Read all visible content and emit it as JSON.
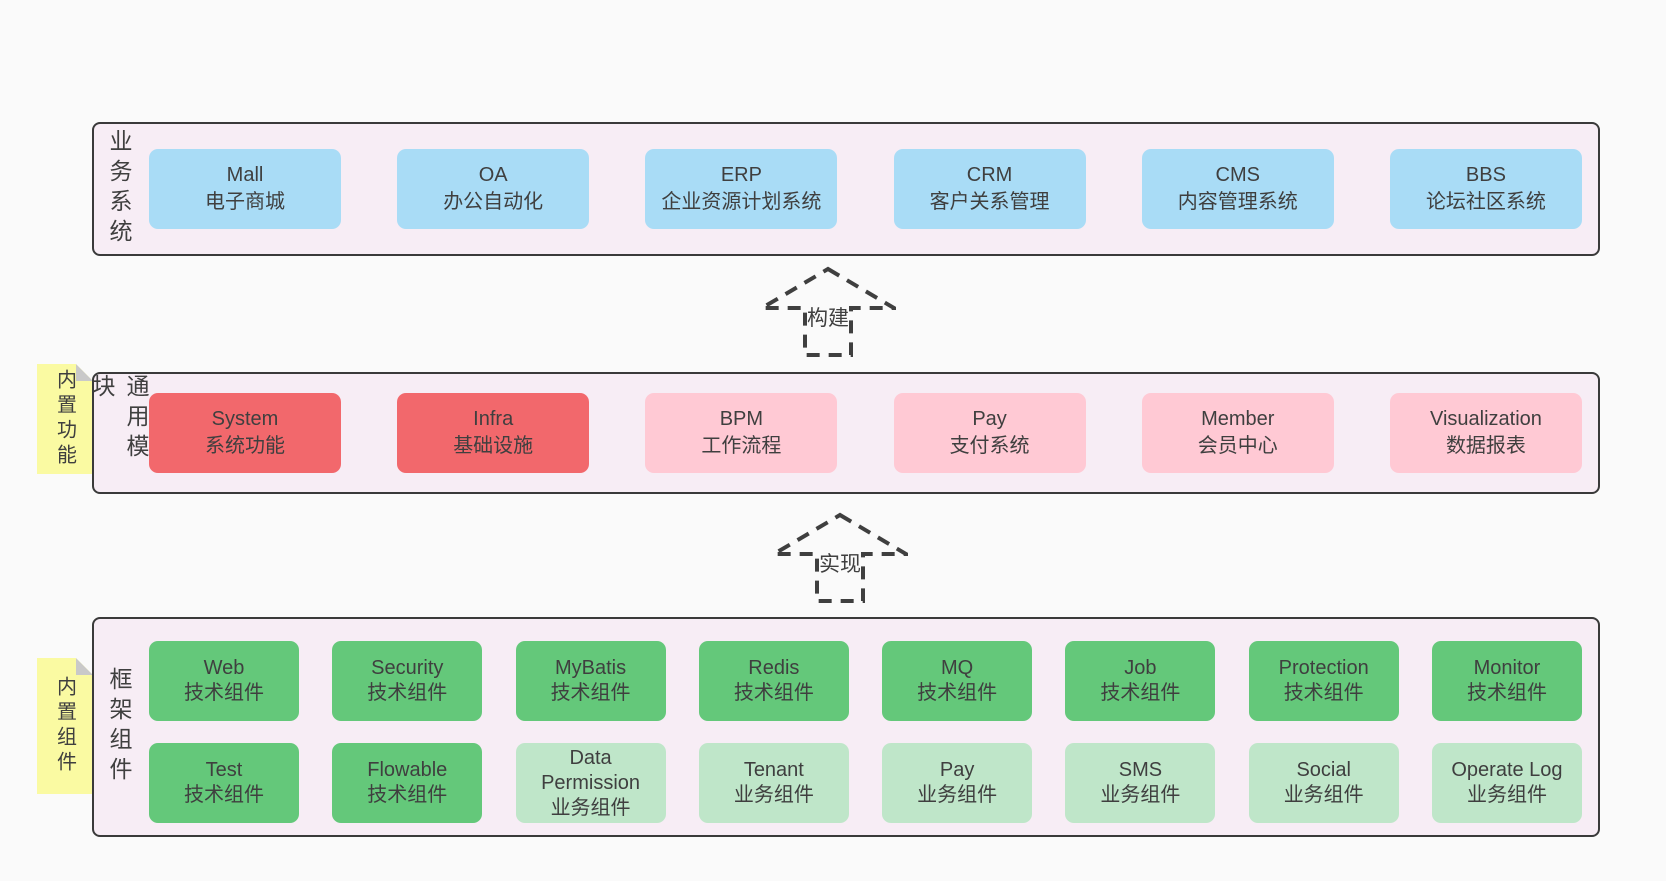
{
  "arrows": {
    "build": "构建",
    "implement": "实现"
  },
  "sections": {
    "business": {
      "title": "业务系统",
      "boxes": [
        {
          "name": "Mall",
          "desc": "电子商城",
          "variant": "blue"
        },
        {
          "name": "OA",
          "desc": "办公自动化",
          "variant": "blue"
        },
        {
          "name": "ERP",
          "desc": "企业资源计划系统",
          "variant": "blue"
        },
        {
          "name": "CRM",
          "desc": "客户关系管理",
          "variant": "blue"
        },
        {
          "name": "CMS",
          "desc": "内容管理系统",
          "variant": "blue"
        },
        {
          "name": "BBS",
          "desc": "论坛社区系统",
          "variant": "blue"
        }
      ]
    },
    "modules": {
      "title": "通用模块",
      "note": "内置功能",
      "boxes": [
        {
          "name": "System",
          "desc": "系统功能",
          "variant": "red"
        },
        {
          "name": "Infra",
          "desc": "基础设施",
          "variant": "red"
        },
        {
          "name": "BPM",
          "desc": "工作流程",
          "variant": "pink"
        },
        {
          "name": "Pay",
          "desc": "支付系统",
          "variant": "pink"
        },
        {
          "name": "Member",
          "desc": "会员中心",
          "variant": "pink"
        },
        {
          "name": "Visualization",
          "desc": "数据报表",
          "variant": "pink"
        }
      ]
    },
    "framework": {
      "title": "框架组件",
      "note": "内置组件",
      "rows": [
        [
          {
            "name": "Web",
            "desc": "技术组件",
            "variant": "green"
          },
          {
            "name": "Security",
            "desc": "技术组件",
            "variant": "green"
          },
          {
            "name": "MyBatis",
            "desc": "技术组件",
            "variant": "green"
          },
          {
            "name": "Redis",
            "desc": "技术组件",
            "variant": "green"
          },
          {
            "name": "MQ",
            "desc": "技术组件",
            "variant": "green"
          },
          {
            "name": "Job",
            "desc": "技术组件",
            "variant": "green"
          },
          {
            "name": "Protection",
            "desc": "技术组件",
            "variant": "green"
          },
          {
            "name": "Monitor",
            "desc": "技术组件",
            "variant": "green"
          }
        ],
        [
          {
            "name": "Test",
            "desc": "技术组件",
            "variant": "green"
          },
          {
            "name": "Flowable",
            "desc": "技术组件",
            "variant": "green"
          },
          {
            "name": "Data Permission",
            "desc": "业务组件",
            "variant": "green-light"
          },
          {
            "name": "Tenant",
            "desc": "业务组件",
            "variant": "green-light"
          },
          {
            "name": "Pay",
            "desc": "业务组件",
            "variant": "green-light"
          },
          {
            "name": "SMS",
            "desc": "业务组件",
            "variant": "green-light"
          },
          {
            "name": "Social",
            "desc": "业务组件",
            "variant": "green-light"
          },
          {
            "name": "Operate Log",
            "desc": "业务组件",
            "variant": "green-light"
          }
        ]
      ]
    }
  },
  "colors": {
    "page-bg": "#fafafa",
    "panel-bg": "#f7edf5",
    "panel-border": "#3a3a3a",
    "box-blue": "#a9dcf6",
    "box-red": "#f2686c",
    "box-pink": "#ffc9d4",
    "box-green": "#64c87a",
    "box-green-light": "#bfe6c9",
    "note-yellow": "#fafaa2",
    "note-fold": "#c9c9c9",
    "text": "#3f3f3f",
    "arrow": "#3f3f3f"
  }
}
